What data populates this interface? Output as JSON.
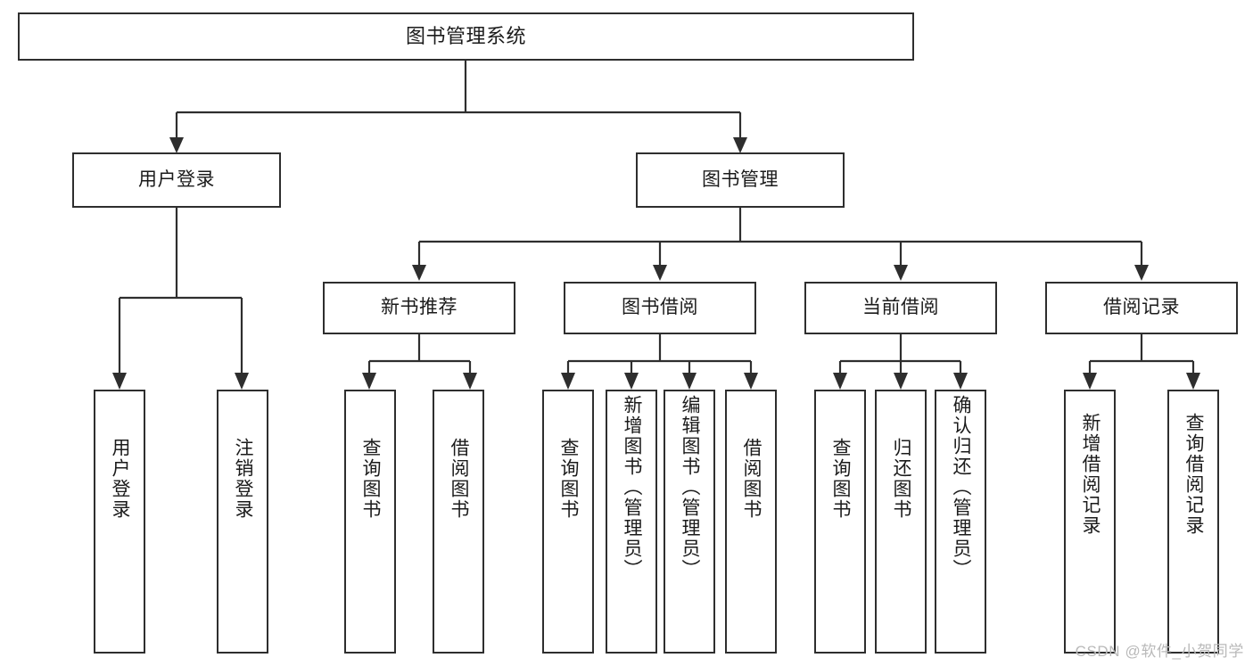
{
  "diagram": {
    "type": "tree",
    "title": "图书管理系统",
    "watermark": "CSDN @软件_小贺同学",
    "colors": {
      "stroke": "#2e2e2e",
      "fill": "#ffffff",
      "text": "#1b1b1b",
      "watermark": "#b9b9b9"
    },
    "levels": [
      {
        "level": 1,
        "nodes": [
          {
            "id": "root",
            "label": "图书管理系统",
            "orientation": "horizontal"
          }
        ]
      },
      {
        "level": 2,
        "nodes": [
          {
            "id": "login",
            "label": "用户登录",
            "orientation": "horizontal",
            "parent": "root"
          },
          {
            "id": "bookmgmt",
            "label": "图书管理",
            "orientation": "horizontal",
            "parent": "root"
          }
        ]
      },
      {
        "level": 3,
        "nodes": [
          {
            "id": "newbook",
            "label": "新书推荐",
            "orientation": "horizontal",
            "parent": "bookmgmt"
          },
          {
            "id": "borrow",
            "label": "图书借阅",
            "orientation": "horizontal",
            "parent": "bookmgmt"
          },
          {
            "id": "current",
            "label": "当前借阅",
            "orientation": "horizontal",
            "parent": "bookmgmt"
          },
          {
            "id": "record",
            "label": "借阅记录",
            "orientation": "horizontal",
            "parent": "bookmgmt"
          }
        ]
      },
      {
        "level": 4,
        "nodes": [
          {
            "id": "leaf-user-login",
            "label": "用户登录",
            "orientation": "vertical",
            "parent": "login"
          },
          {
            "id": "leaf-user-logout",
            "label": "注销登录",
            "orientation": "vertical",
            "parent": "login"
          },
          {
            "id": "leaf-nb-query",
            "label": "查询图书",
            "orientation": "vertical",
            "parent": "newbook"
          },
          {
            "id": "leaf-nb-borrow",
            "label": "借阅图书",
            "orientation": "vertical",
            "parent": "newbook"
          },
          {
            "id": "leaf-bo-query",
            "label": "查询图书",
            "orientation": "vertical",
            "parent": "borrow"
          },
          {
            "id": "leaf-bo-add",
            "label": "新增图书（管理员）",
            "orientation": "vertical",
            "parent": "borrow"
          },
          {
            "id": "leaf-bo-edit",
            "label": "编辑图书（管理员）",
            "orientation": "vertical",
            "parent": "borrow"
          },
          {
            "id": "leaf-bo-borrow",
            "label": "借阅图书",
            "orientation": "vertical",
            "parent": "borrow"
          },
          {
            "id": "leaf-cu-query",
            "label": "查询图书",
            "orientation": "vertical",
            "parent": "current"
          },
          {
            "id": "leaf-cu-return",
            "label": "归还图书",
            "orientation": "vertical",
            "parent": "current"
          },
          {
            "id": "leaf-cu-confirm",
            "label": "确认归还（管理员）",
            "orientation": "vertical",
            "parent": "current"
          },
          {
            "id": "leaf-re-add",
            "label": "新增借阅记录",
            "orientation": "vertical",
            "parent": "record"
          },
          {
            "id": "leaf-re-query",
            "label": "查询借阅记录",
            "orientation": "vertical",
            "parent": "record"
          }
        ]
      }
    ]
  }
}
